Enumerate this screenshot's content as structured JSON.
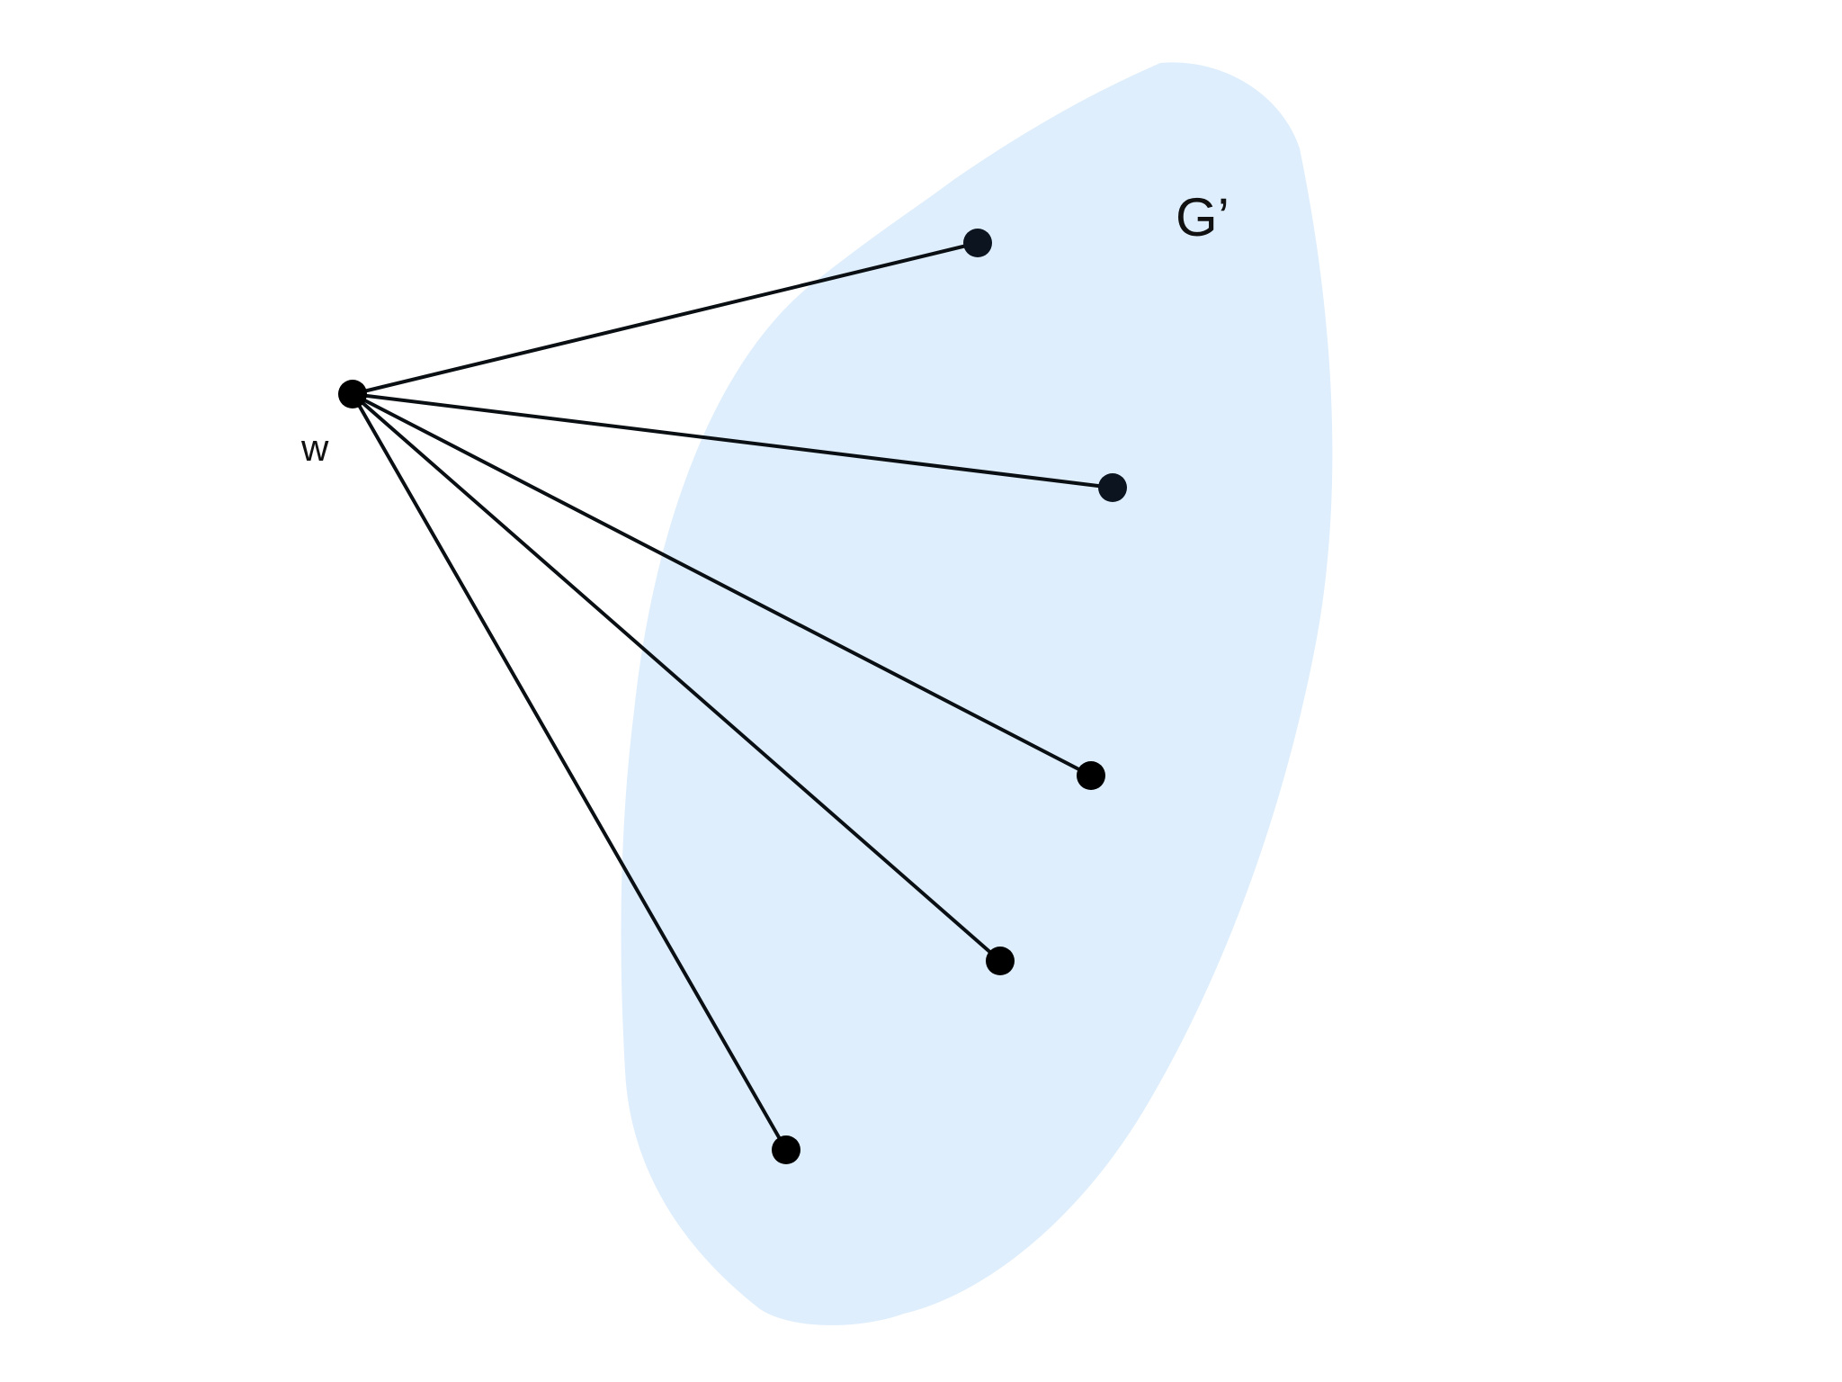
{
  "diagram": {
    "region_label": "G’",
    "source_node_label": "w",
    "neighbor_count": 5,
    "colors": {
      "region_fill": "#deeefc",
      "edge": "#0a0f14",
      "node": "#000000"
    }
  }
}
